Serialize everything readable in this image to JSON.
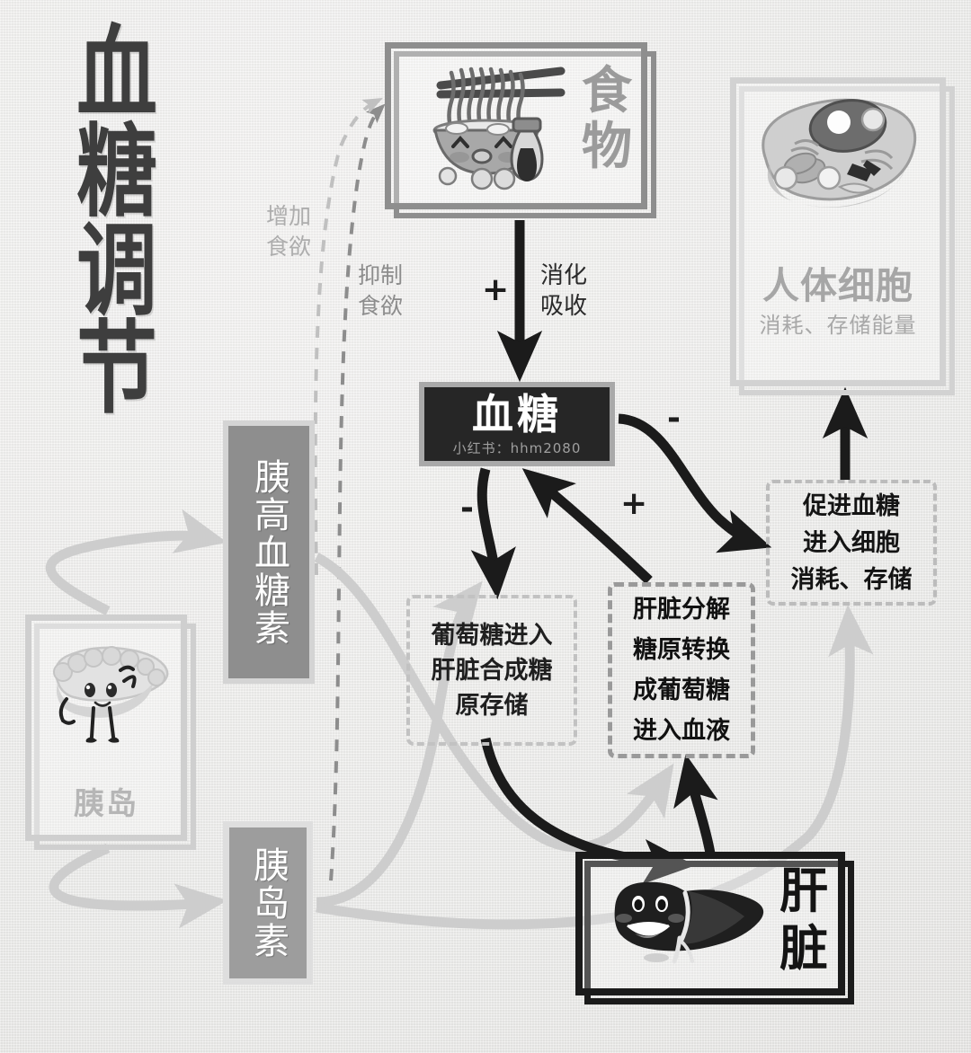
{
  "title": {
    "chars": [
      "血",
      "糖",
      "调",
      "节"
    ]
  },
  "nodes": {
    "food": {
      "label_chars": [
        "食",
        "物"
      ],
      "icon": "noodle-bowl-icon"
    },
    "cell": {
      "title": "人体细胞",
      "subtitle": "消耗、存储能量",
      "icon": "animal-cell-icon"
    },
    "pancreas": {
      "title": "胰岛",
      "icon": "pancreas-character-icon"
    },
    "liver": {
      "label_chars": [
        "肝",
        "脏"
      ],
      "icon": "liver-character-icon"
    },
    "bloodsugar": {
      "title": "血糖",
      "watermark": "小红书：hhm2080"
    },
    "glucagon": {
      "title": "胰高血糖素"
    },
    "insulin": {
      "title": "胰岛素"
    }
  },
  "notes": {
    "glycogen": {
      "lines": [
        "葡萄糖进入",
        "肝脏合成糖",
        "原存储"
      ]
    },
    "breakdown": {
      "lines": [
        "肝脏分解",
        "糖原转换",
        "成葡萄糖",
        "进入血液"
      ]
    },
    "uptake": {
      "lines": [
        "促进血糖",
        "进入细胞",
        "消耗、存储"
      ]
    }
  },
  "edge_labels": {
    "appetite_increase": [
      "增加",
      "食欲"
    ],
    "appetite_suppress": [
      "抑制",
      "食欲"
    ],
    "digest_absorb": [
      "消化",
      "吸收"
    ],
    "plus_food": "+",
    "minus_left": "-",
    "plus_liver": "+",
    "minus_right": "-"
  },
  "colors": {
    "background": "#f1f0ef",
    "dark": "#1b1b1b",
    "mid_gray": "#8e8e8e",
    "light_gray": "#cfcfcf",
    "bloodsugar_fill": "#262626"
  }
}
